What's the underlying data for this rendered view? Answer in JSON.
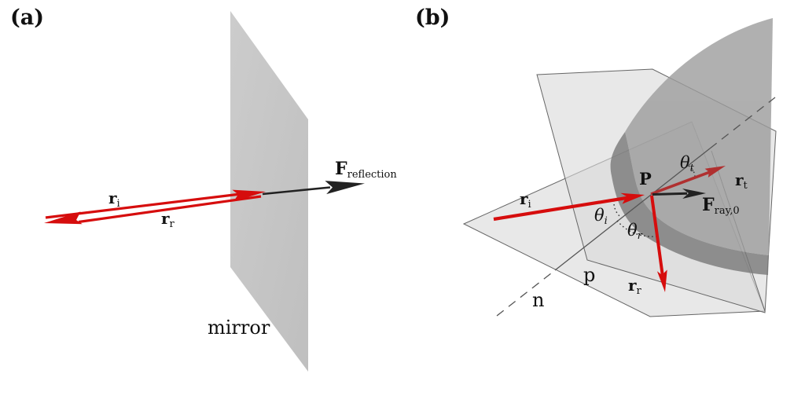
{
  "figure": {
    "panels": {
      "a": {
        "tag": "(a)",
        "mirror_label": "mirror",
        "ray_incident": {
          "base": "r",
          "sub": "i"
        },
        "ray_reflected": {
          "base": "r",
          "sub": "r"
        },
        "force_reflection": {
          "base": "F",
          "sub": "reflection"
        }
      },
      "b": {
        "tag": "(b)",
        "point_label": "P",
        "plane_label": "p",
        "normal_label": "n",
        "ray_incident": {
          "base": "r",
          "sub": "i"
        },
        "ray_reflected": {
          "base": "r",
          "sub": "r"
        },
        "ray_transmitted": {
          "base": "r",
          "sub": "t"
        },
        "force_ray": {
          "base": "F",
          "sub": "ray,0"
        },
        "angle_incidence": {
          "base": "θ",
          "sub": "i"
        },
        "angle_reflection": {
          "base": "θ",
          "sub": "r"
        },
        "angle_transmission": {
          "base": "θ",
          "sub": "t"
        }
      }
    },
    "colors": {
      "ray_red": "#d60d0d",
      "ray_red_dark": "#b03030",
      "arrow_dark": "#222222",
      "mirror_gray": "#c7c7c7",
      "plane_gray": "#d8d8d8",
      "lens_top_gray": "#9c9c9c",
      "lens_side_gray": "#797979",
      "wire_gray": "#666666"
    }
  }
}
